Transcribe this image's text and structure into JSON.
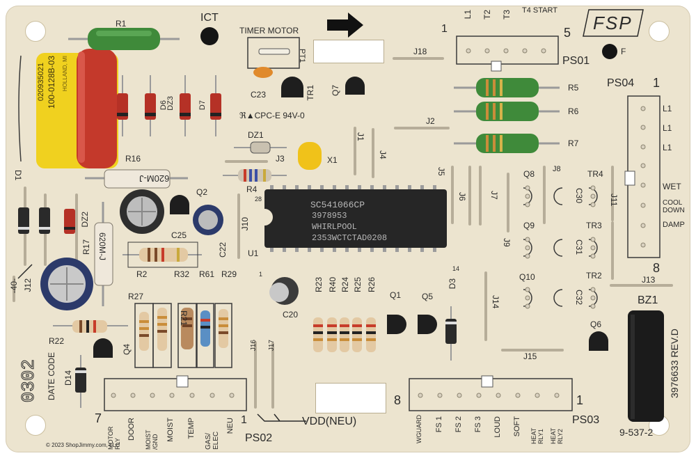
{
  "board": {
    "fsp_logo": "FSP",
    "credit": "© 2023 ShopJimmy.com, LLC",
    "part_no_right": "3976633 REV.D",
    "part_no_bottom": "9-537-2",
    "date_code_digits": "0302",
    "date_code_label": "DATE CODE",
    "ul_mark": "ℜ▲CPC-E 94V-0",
    "timer_motor": "TIMER MOTOR",
    "ict": "ICT",
    "vdd": "VDD(NEU)",
    "f_mark": "F",
    "m_mark": "-40-"
  },
  "chip": {
    "line1": "SC541066CP",
    "line2": "3978953",
    "line3": "WHIRLPOOL",
    "line4": "2353WCTCTAD0208",
    "label": "U1",
    "pin28": "28",
    "pin1": "1",
    "pin14": "14"
  },
  "timer_cap": {
    "line1": "HOLLAND, MI",
    "line2": "100-0128B-03",
    "line3": "020935021"
  },
  "resistor_marks": {
    "r16_body": "620M-J",
    "r17_body": "620M-J"
  },
  "connectors": {
    "ps01": {
      "label": "PS01",
      "num_left": "1",
      "num_right": "5",
      "pins": [
        "L1",
        "T2",
        "T3",
        "T4 START"
      ]
    },
    "ps04": {
      "label": "PS04",
      "num_top": "1",
      "num_bottom": "8",
      "pins": [
        "L1",
        "L1",
        "L1",
        "WET",
        "COOL DOWN",
        "DAMP"
      ]
    },
    "ps02": {
      "label": "PS02",
      "num_left": "7",
      "num_right": "1",
      "pins": [
        "MOTOR RLY",
        "DOOR",
        "MOIST /GND",
        "MOIST",
        "TEMP",
        "GAS/ ELEC",
        "NEU"
      ]
    },
    "ps03": {
      "label": "PS03",
      "num_left": "8",
      "num_right": "1",
      "pins": [
        "WGUARD",
        "FS 1",
        "FS 2",
        "FS 3",
        "LOUD",
        "SOFT",
        "HEAT RLY1",
        "HEAT RLY2"
      ]
    }
  },
  "refdes": {
    "R1": "R1",
    "R2": "R2",
    "R4": "R4",
    "R5": "R5",
    "R6": "R6",
    "R7": "R7",
    "R16": "R16",
    "R17": "R17",
    "R21": "R21",
    "R22": "R22",
    "R23": "R23",
    "R24": "R24",
    "R25": "R25",
    "R26": "R26",
    "R27": "R27",
    "R29": "R29",
    "R32": "R32",
    "R40": "R40",
    "R61": "R61",
    "C20": "C20",
    "C22": "C22",
    "C23": "C23",
    "C25": "C25",
    "C30": "C30",
    "C31": "C31",
    "C32": "C32",
    "D1": "D1",
    "D3": "D3",
    "D6": "D6",
    "D7": "D7",
    "D14": "D14",
    "DZ1": "DZ1",
    "DZ2": "DZ2",
    "DZ3": "DZ3",
    "Q1": "Q1",
    "Q2": "Q2",
    "Q4": "Q4",
    "Q5": "Q5",
    "Q6": "Q6",
    "Q7": "Q7",
    "Q8": "Q8",
    "Q9": "Q9",
    "Q10": "Q10",
    "TR1": "TR1",
    "TR2": "TR2",
    "TR3": "TR3",
    "TR4": "TR4",
    "J1": "J1",
    "J2": "J2",
    "J3": "J3",
    "J4": "J4",
    "J5": "J5",
    "J6": "J6",
    "J7": "J7",
    "J8": "J8",
    "J9": "J9",
    "J10": "J10",
    "J11": "J11",
    "J12": "J12",
    "J13": "J13",
    "J14": "J14",
    "J15": "J15",
    "J16": "J16",
    "J17": "J17",
    "J18": "J18",
    "X1": "X1",
    "BZ1": "BZ1",
    "PT1": "PT1"
  },
  "colors": {
    "board": "#ece4cf",
    "silk": "#2a2a2a",
    "resistor_green": "#3f8a3a",
    "cap_yellow": "#f0d11f",
    "cap_red": "#c4392b",
    "chip": "#262626",
    "buzzer": "#1b1b1b",
    "electrolytic_blue": "#2c3a6a"
  }
}
